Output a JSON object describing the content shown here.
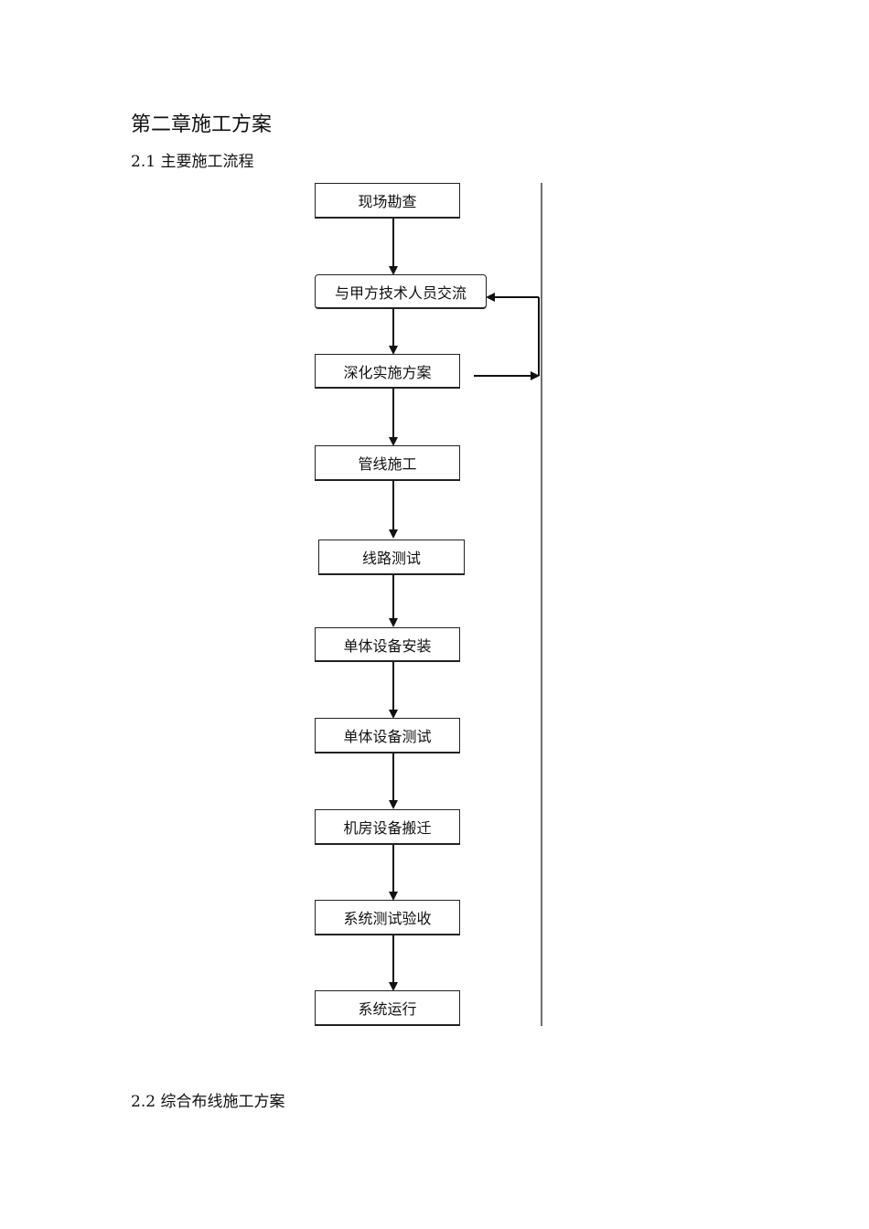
{
  "document": {
    "chapter_title": "第二章施工方案",
    "section_1_title": "2.1 主要施工流程",
    "section_2_title": "2.2 综合布线施工方案"
  },
  "flowchart": {
    "steps": [
      "现场勘查",
      "与甲方技术人员交流",
      "深化实施方案",
      "管线施工",
      "线路测试",
      "单体设备安装",
      "单体设备测试",
      "机房设备搬迁",
      "系统测试验收",
      "系统运行"
    ]
  }
}
